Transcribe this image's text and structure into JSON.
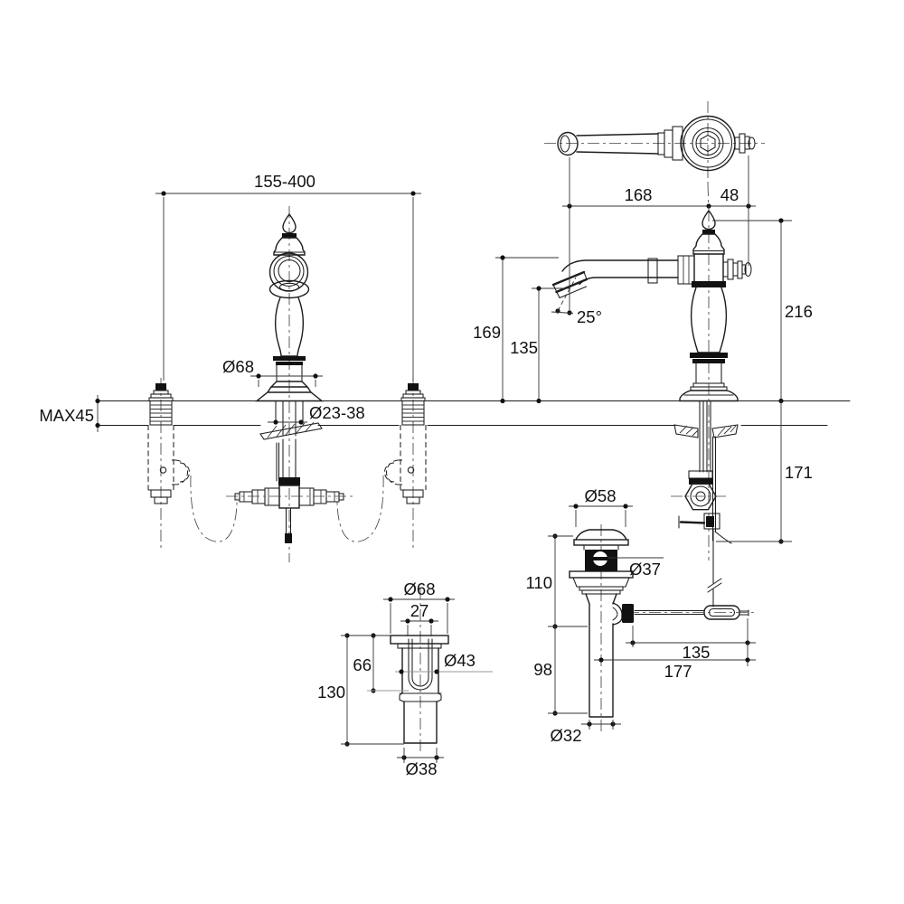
{
  "page": {
    "background": "#ffffff",
    "line_color": "#1c1c1c"
  },
  "views": {
    "front_view": {
      "description": "front view of 3-hole widespread basin mixer on countertop",
      "dims": {
        "spread": "155-400",
        "max_deck": "MAX45",
        "base_dia": "Ø68",
        "hole_dia": "Ø23-38"
      }
    },
    "plan_view": {
      "description": "top view of lever handle",
      "dims": {
        "lever_length": "168",
        "knob_offset": "48"
      }
    },
    "side_view": {
      "description": "side view of spout column above and below deck",
      "dims": {
        "spout_top_height": "169",
        "outlet_height": "135",
        "outlet_angle": "25°",
        "overall_height": "216",
        "underdeck_depth": "171"
      }
    },
    "drain_view": {
      "description": "pop-up waste drain assembly",
      "dims": {
        "cap_dia": "Ø58",
        "overflow_dia": "Ø37",
        "upper_height": "110",
        "lower_height": "98",
        "rod_link_length": "135",
        "rod_overall_length": "177",
        "tail_dia": "Ø32"
      }
    },
    "section_view": {
      "description": "spout shank section detail",
      "dims": {
        "flange_dia": "Ø68",
        "bore": "27",
        "socket_depth": "66",
        "overall_length": "130",
        "body_dia": "Ø43",
        "tail_dia": "Ø38"
      }
    }
  }
}
